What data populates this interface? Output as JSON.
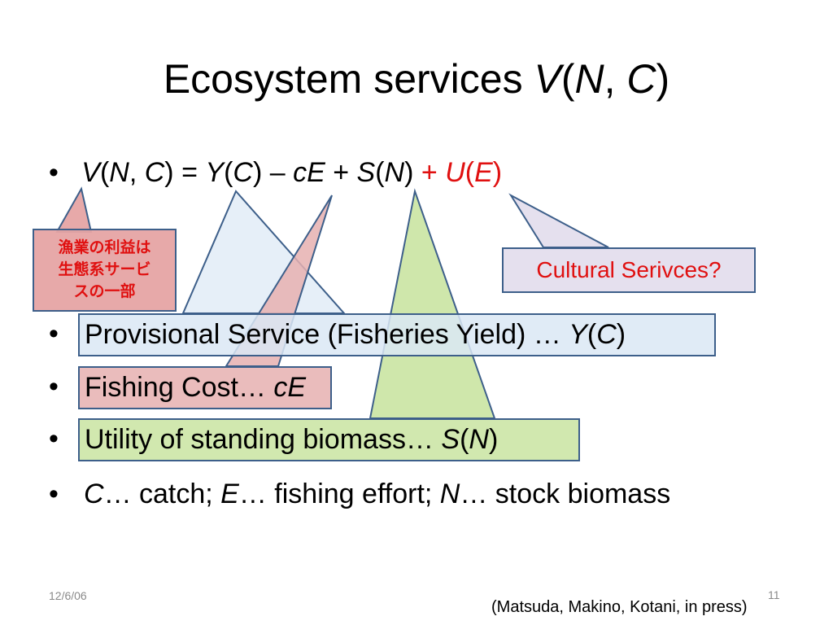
{
  "slide": {
    "title": {
      "text": "Ecosystem services ",
      "v": "V",
      "open": "(",
      "n": "N",
      "comma": ", ",
      "c": "C",
      "close": ")"
    },
    "formula": {
      "p1_V": "V",
      "p1_open": "(",
      "p1_N": "N",
      "p1_comma": ", ",
      "p1_C": "C",
      "p1_close": ") = ",
      "p2_Y": "Y",
      "p2_open": "(",
      "p2_C": "C",
      "p2_close": ") – ",
      "p3_cE": "cE",
      "p3_plus": " + ",
      "p4_S": "S",
      "p4_open": "(",
      "p4_N": "N",
      "p4_close": ") ",
      "p5_plus": "+ ",
      "p5_U": "U",
      "p5_open": "(",
      "p5_E": "E",
      "p5_close": ")"
    },
    "bullets": {
      "provisional_text": "Provisional Service (Fisheries Yield) … ",
      "provisional_Y": "Y",
      "provisional_open": "(",
      "provisional_C": "C",
      "provisional_close": ")",
      "cost_text": "Fishing Cost… ",
      "cost_cE": "cE",
      "utility_text": "Utility of standing biomass… ",
      "utility_S": "S",
      "utility_open": "(",
      "utility_N": "N",
      "utility_close": ")",
      "defs_C": "C",
      "defs_c_text": "… catch; ",
      "defs_E": "E",
      "defs_e_text": "… fishing effort; ",
      "defs_N": "N",
      "defs_n_text": "… stock biomass"
    },
    "bullet_symbol": "•",
    "callouts": {
      "japanese_lines": [
        "漁業の利益は",
        "生態系サービ",
        "スの一部"
      ],
      "cultural": "Cultural Serivces?"
    },
    "footer": {
      "date": "12/6/06",
      "slide_number": "11",
      "citation": "(Matsuda, Makino, Kotani, in press)"
    },
    "colors": {
      "accent_red": "#e01010",
      "box_blue": "#dbe8f5",
      "box_red": "#e6b0b0",
      "box_green": "#cce6a6",
      "box_purple": "#e5e0ee",
      "border": "#3d5f8a"
    }
  }
}
